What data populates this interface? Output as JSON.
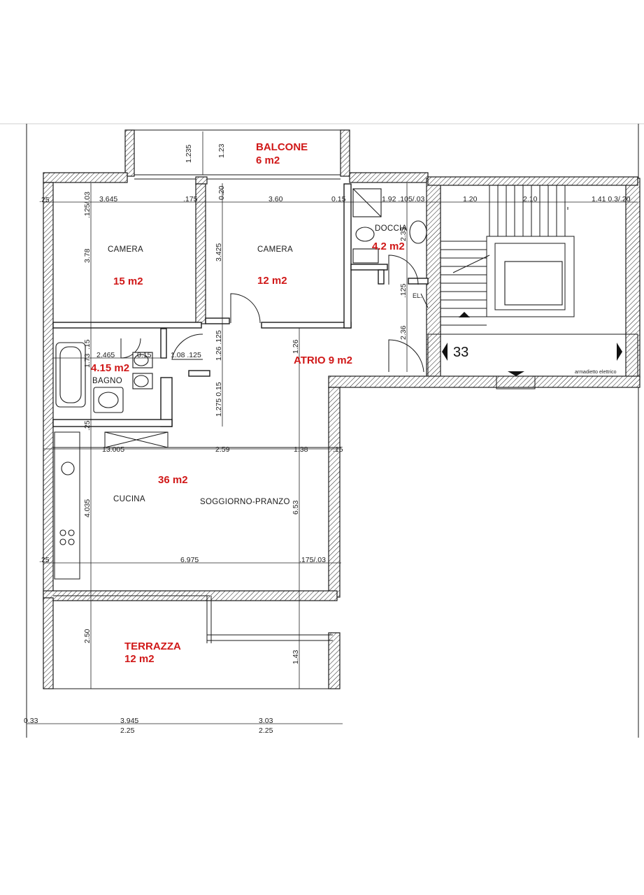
{
  "rooms": {
    "balcone": {
      "name": "BALCONE",
      "area": "6 m2"
    },
    "camera_1": {
      "name": "CAMERA",
      "area": "15 m2"
    },
    "camera_2": {
      "name": "CAMERA",
      "area": "12 m2"
    },
    "doccia": {
      "name": "DOCCIA",
      "area": "4.2 m2"
    },
    "bagno": {
      "name": "BAGNO",
      "area": "4.15 m2"
    },
    "atrio": {
      "label": "ATRIO 9 m2"
    },
    "cucina": {
      "name": "CUCINA"
    },
    "soggiorno": {
      "name": "SOGGIORNO-PRANZO",
      "area": "36 m2"
    },
    "terrazza": {
      "name": "TERRAZZA",
      "area": "12 m2"
    }
  },
  "stair": {
    "number": "33",
    "el_label": "EL.",
    "cabinet_label": "armadietto elettrico"
  },
  "dimensions": {
    "d_3645": "3.645",
    "d_175a": ".175",
    "d_020": "0.20",
    "d_360": "3.60",
    "d_015": "0.15",
    "d_192": "1.92 .105/.03",
    "d_120": "1.20",
    "d_210": "2.10",
    "d_141": "1.41 0.3/.20",
    "d_1235": "1.235",
    "d_123": "1.23",
    "d_125_03": ".125/.03",
    "d_378": "3.78",
    "d_3425": "3.425",
    "d_233": "2.33",
    "d_125b": ".125",
    "d_236": "2.36",
    "d_2465": "2.465",
    "d_015b": "0.15",
    "d_108": "1.08 .125",
    "d_126a": "1.26 .125",
    "d_126b": "1.26",
    "d_173": "1.73",
    "d_015c": ".15",
    "d_1275": "1.275 0.15",
    "d_13005": "13.005",
    "d_259": "2.59",
    "d_138": "1.38",
    "d_15": ".15",
    "d_4035": "4.035",
    "d_653": "6.53",
    "d_6975": "6.975",
    "d_175b": ".175/.03",
    "d_250": "2.50",
    "d_143": "1.43",
    "d_033": "0.33",
    "d_3945": "3.945",
    "d_303": "3.03",
    "d_225a": "2.25",
    "d_225b": "2.25",
    "d_25a": ".25",
    "d_25b": ".25",
    "d_25c": ".25"
  },
  "colors": {
    "area_label": "#d01818",
    "line": "#1a1a1a"
  }
}
